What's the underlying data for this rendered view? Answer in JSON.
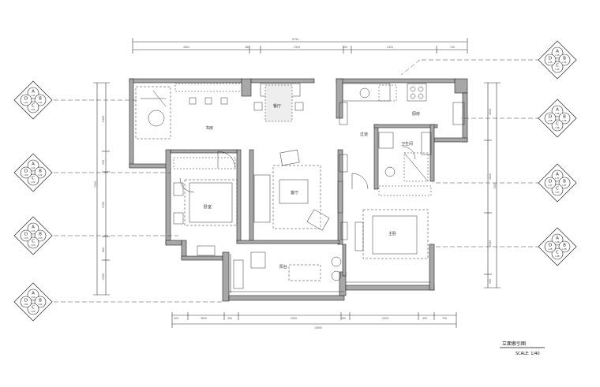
{
  "drawing": {
    "title": "立面索引图",
    "scale": "SCALE: 1/40"
  },
  "dimensions": {
    "top_total": "9730",
    "top_segments": [
      "4900",
      "380",
      "3450",
      "300",
      "2450",
      "750"
    ],
    "bottom_total": "10850",
    "bottom_segments": [
      "400",
      "3600",
      "300",
      "2950",
      "300",
      "2450",
      "400",
      "750"
    ],
    "left_total": "7550",
    "left_segments": [
      "2300",
      "430",
      "2700",
      "600",
      "1300"
    ],
    "right_total": "7450",
    "right_segments": [
      "2800",
      "2850",
      "2300",
      "500"
    ]
  },
  "rooms": {
    "study": "书房",
    "dining": "餐厅",
    "kitchen": "厨房",
    "corridor": "过道",
    "bedroom_left": "卧室",
    "living": "客厅",
    "bath": "卫生间",
    "bedroom_right": "主卧",
    "balcony": "阳台"
  },
  "index_tags": [
    {
      "side": "left",
      "labels": [
        "A",
        "B",
        "C",
        "D"
      ],
      "ref": "I-01"
    },
    {
      "side": "left",
      "labels": [
        "A",
        "B",
        "C",
        "D"
      ],
      "ref": "I-02"
    },
    {
      "side": "left",
      "labels": [
        "A",
        "B",
        "C",
        "D"
      ],
      "ref": "I-03"
    },
    {
      "side": "left",
      "labels": [
        "A",
        "B",
        "C",
        "D"
      ],
      "ref": "I-04"
    },
    {
      "side": "right",
      "labels": [
        "A",
        "B",
        "C",
        "D"
      ],
      "ref": "I-05"
    },
    {
      "side": "right",
      "labels": [
        "A",
        "B",
        "C",
        "D"
      ],
      "ref": "I-06"
    },
    {
      "side": "right",
      "labels": [
        "A",
        "B",
        "C",
        "D"
      ],
      "ref": "I-07"
    },
    {
      "side": "right",
      "labels": [
        "A",
        "B",
        "C",
        "D"
      ],
      "ref": "I-08"
    }
  ]
}
